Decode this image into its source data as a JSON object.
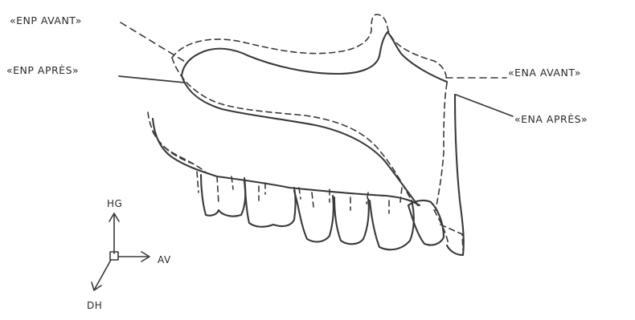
{
  "labels": {
    "enp_avant": "«ENP AVANT»",
    "enp_apres": "«ENP APRÈS»",
    "ena_avant": "«ENA AVANT»",
    "ena_apres": "«ENA APRÈS»"
  },
  "axes": {
    "up": "HG",
    "forward": "AV",
    "down": "DH"
  }
}
